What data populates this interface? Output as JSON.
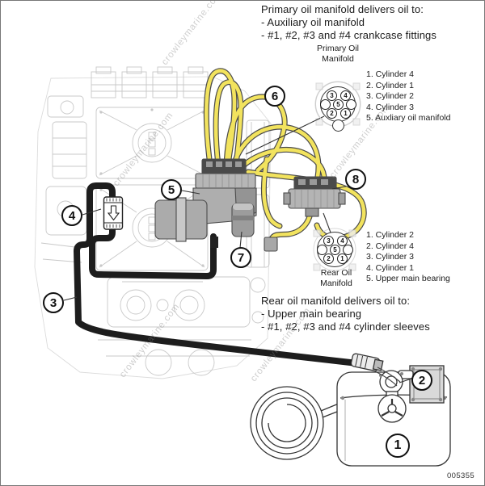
{
  "notes": {
    "primary": {
      "title": "Primary oil manifold delivers oil to:",
      "items": [
        "- Auxiliary oil manifold",
        "- #1, #2, #3 and #4 crankcase fittings"
      ]
    },
    "rear": {
      "title": "Rear oil manifold delivers oil to:",
      "items": [
        "- Upper main bearing",
        "- #1, #2, #3 and #4 cylinder sleeves"
      ]
    }
  },
  "manifolds": {
    "primary": {
      "label": [
        "Primary Oil",
        "Manifold"
      ],
      "pins": [
        "3",
        "4",
        "",
        "5",
        "",
        "2",
        "1"
      ],
      "legend": [
        "1.  Cylinder 4",
        "2.  Cylinder 1",
        "3.  Cylinder 2",
        "4.  Cylinder 3",
        "5.  Auxliary oil manifold"
      ]
    },
    "rear": {
      "label": [
        "Rear Oil",
        "Manifold"
      ],
      "pins": [
        "3",
        "4",
        "",
        "5",
        "",
        "2",
        "1"
      ],
      "legend": [
        "1.  Cylinder 2",
        "2.  Cylinder 4",
        "3.  Cylinder 3",
        "4.  Cylinder 1",
        "5.  Upper main bearing"
      ]
    }
  },
  "callouts": {
    "c1": "1",
    "c2": "2",
    "c3": "3",
    "c4": "4",
    "c5": "5",
    "c6": "6",
    "c7": "7",
    "c8": "8"
  },
  "watermark": "crowleymarine.com",
  "part_code": "005355",
  "colors": {
    "hose_yellow": "#f2e35e",
    "hose_outline": "#4a4a4a",
    "hose_black": "#1d1d1d",
    "engine_line": "#c4c4c4"
  }
}
